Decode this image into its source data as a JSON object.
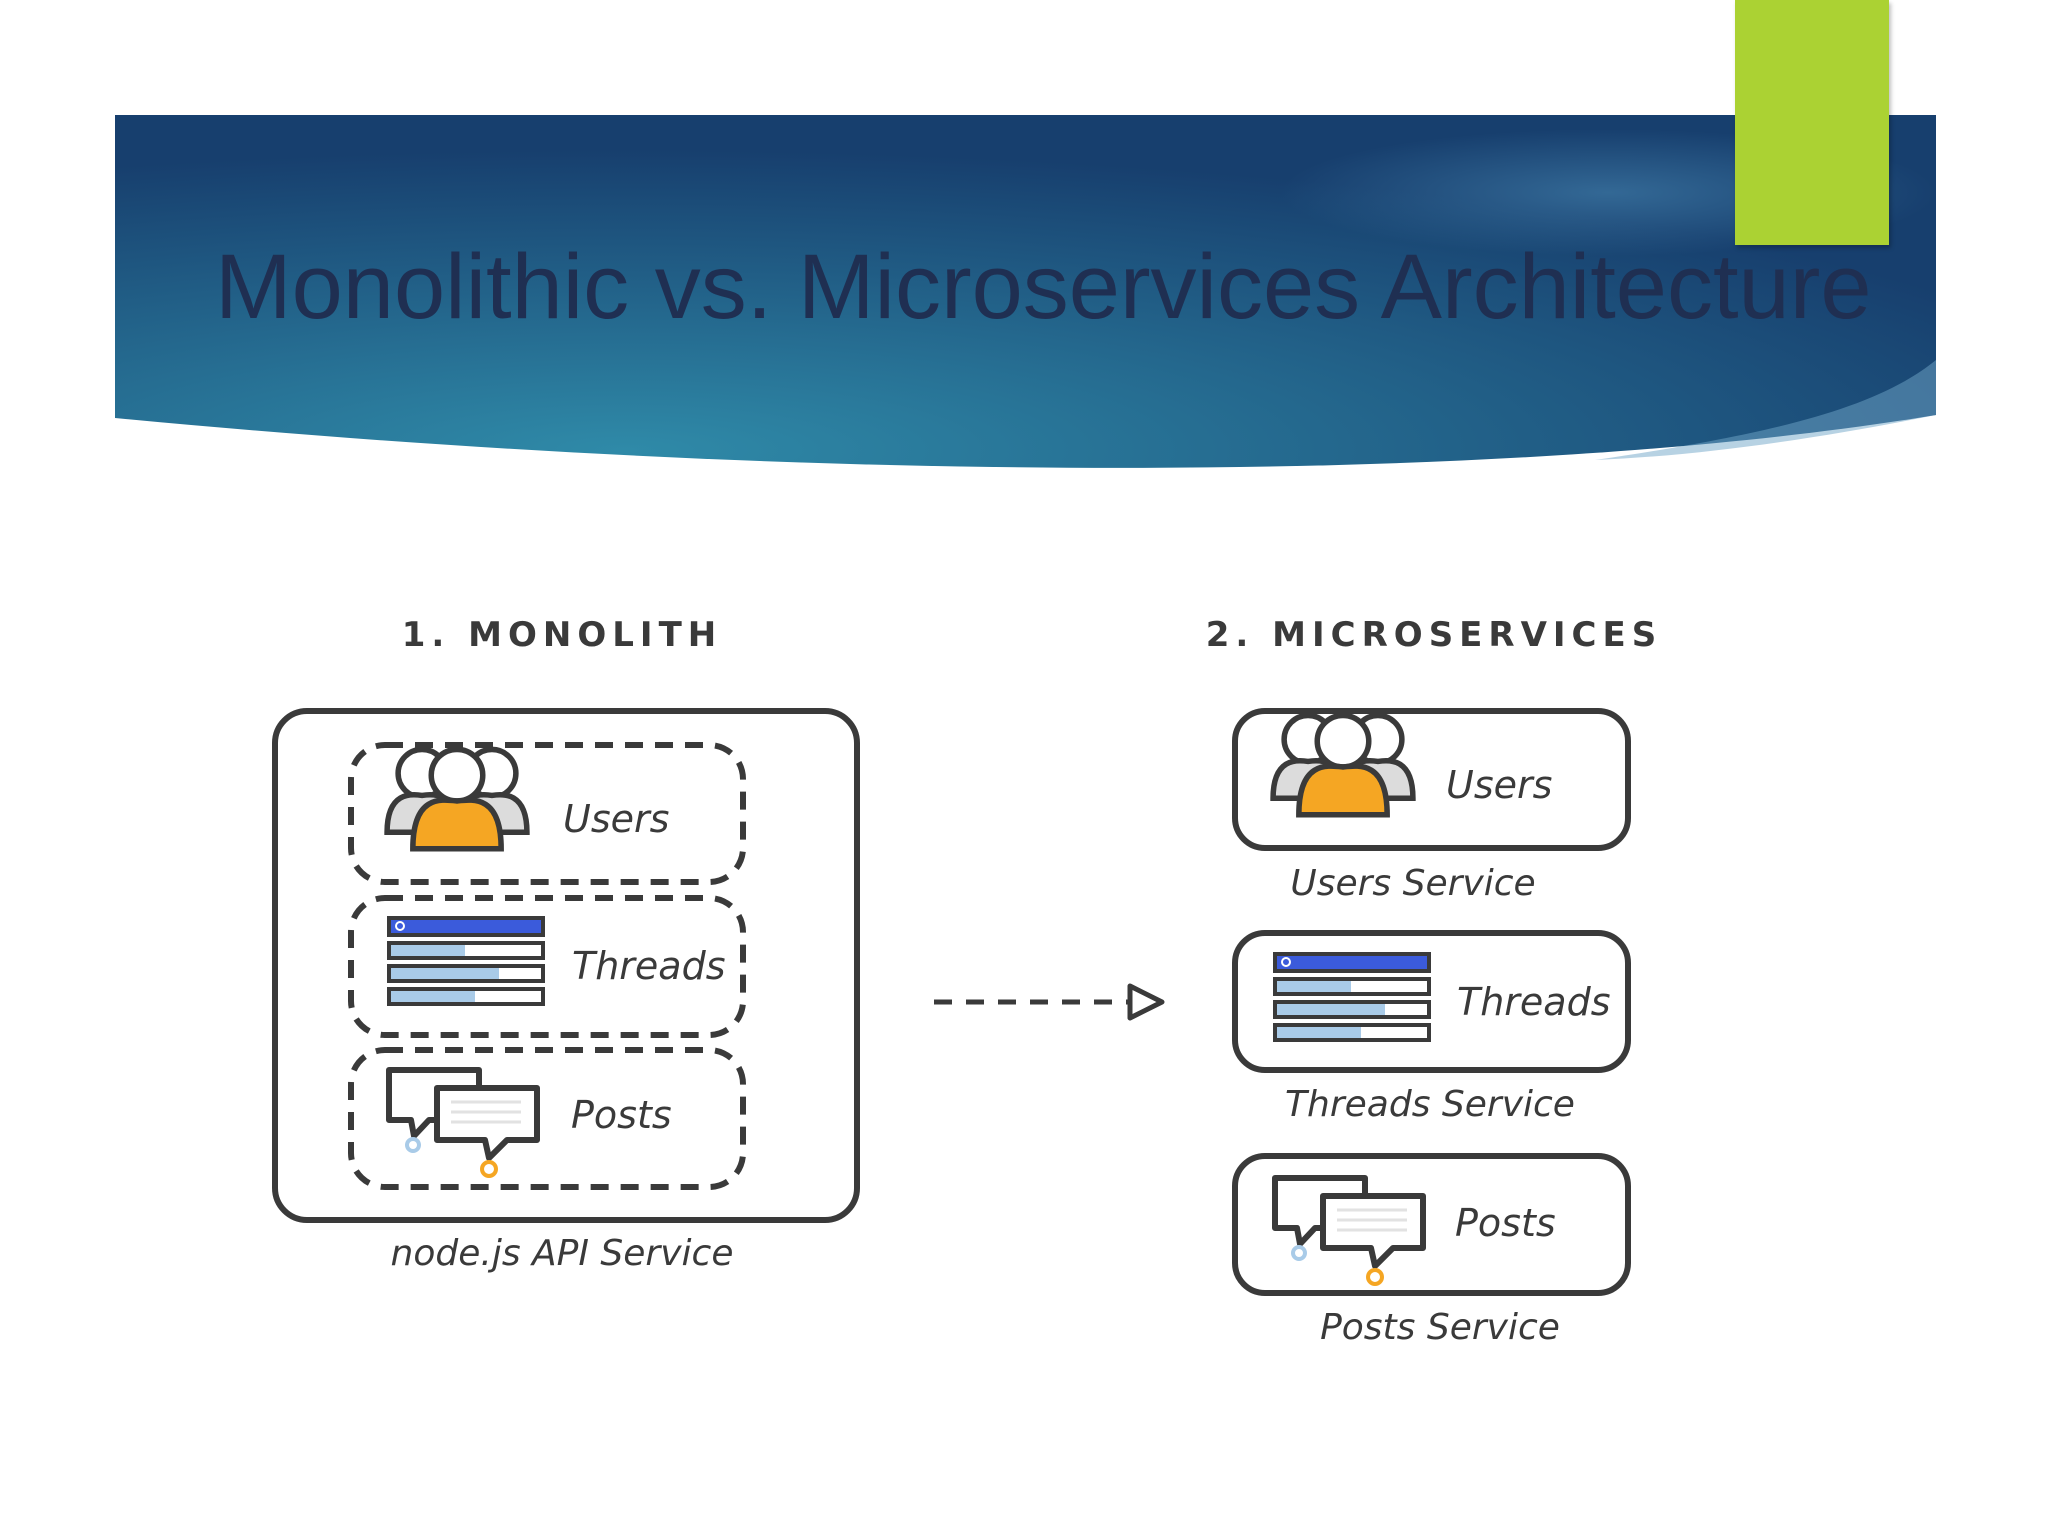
{
  "slide": {
    "title": "Monolithic vs. Microservices Architecture",
    "colors": {
      "banner_dark": "#173f6e",
      "banner_light": "#2f8aa8",
      "accent": "#abd233",
      "title_text": "#1f2f52",
      "icon_orange": "#f5a623",
      "icon_blue": "#3b5bdb",
      "icon_light_blue": "#a9cbe8",
      "outline": "#3a3a3a"
    }
  },
  "monolith": {
    "heading": "1. MONOLITH",
    "modules": [
      {
        "label": "Users",
        "icon": "users-icon"
      },
      {
        "label": "Threads",
        "icon": "threads-list-icon"
      },
      {
        "label": "Posts",
        "icon": "chat-bubbles-icon"
      }
    ],
    "caption": "node.js API Service"
  },
  "arrow": {
    "icon": "dashed-arrow-right-icon"
  },
  "microservices": {
    "heading": "2. MICROSERVICES",
    "services": [
      {
        "label": "Users",
        "icon": "users-icon",
        "caption": "Users Service"
      },
      {
        "label": "Threads",
        "icon": "threads-list-icon",
        "caption": "Threads Service"
      },
      {
        "label": "Posts",
        "icon": "chat-bubbles-icon",
        "caption": "Posts Service"
      }
    ]
  }
}
